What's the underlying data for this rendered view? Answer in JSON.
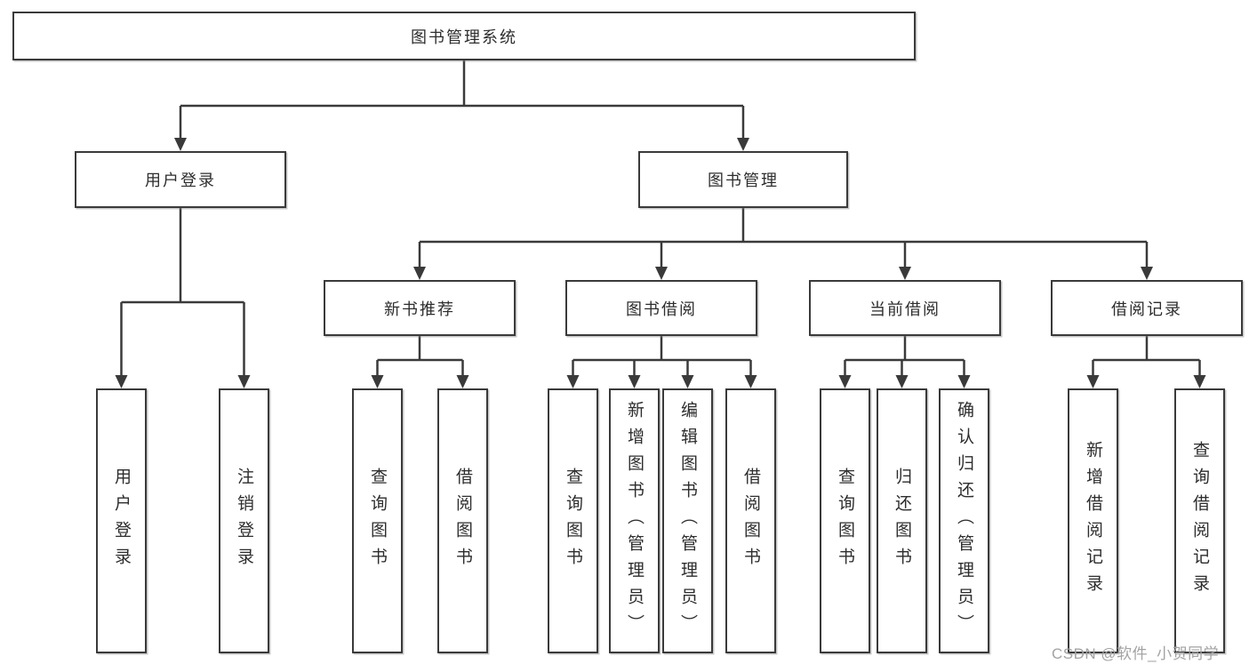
{
  "colors": {
    "line": "#3a3a3a",
    "text": "#2d2d2d",
    "background": "#ffffff",
    "watermark": "#a3a3a3"
  },
  "diagram": {
    "root": "图书管理系统",
    "user_login": {
      "label": "用户登录",
      "children": [
        "用户登录",
        "注销登录"
      ]
    },
    "book_mgmt": {
      "label": "图书管理",
      "groups": [
        {
          "label": "新书推荐",
          "children": [
            "查询图书",
            "借阅图书"
          ]
        },
        {
          "label": "图书借阅",
          "children": [
            "查询图书",
            "新增图书（管理员）",
            "编辑图书（管理员）",
            "借阅图书"
          ]
        },
        {
          "label": "当前借阅",
          "children": [
            "查询图书",
            "归还图书",
            "确认归还（管理员）"
          ]
        },
        {
          "label": "借阅记录",
          "children": [
            "新增借阅记录",
            "查询借阅记录"
          ]
        }
      ]
    }
  },
  "watermark": {
    "text": "CSDN @软件_小贺同学"
  }
}
